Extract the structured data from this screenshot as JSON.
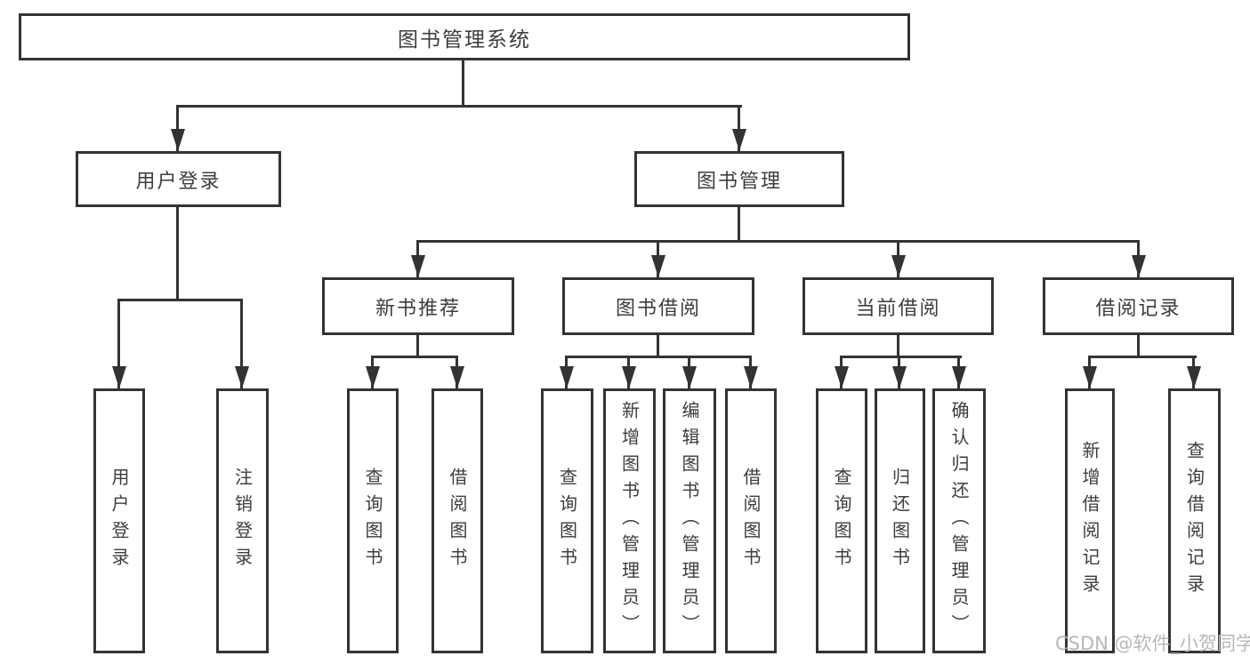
{
  "nodes": {
    "root": "图书管理系统",
    "user_login": "用户登录",
    "book_mgmt": "图书管理",
    "user_login_children": [
      "用户登录",
      "注销登录"
    ],
    "modules": [
      "新书推荐",
      "图书借阅",
      "当前借阅",
      "借阅记录"
    ],
    "new_book_children": [
      "查询图书",
      "借阅图书"
    ],
    "book_borrow_children": [
      "查询图书",
      "新增图书（管理员）",
      "编辑图书（管理员）",
      "借阅图书"
    ],
    "current_borrow_children": [
      "查询图书",
      "归还图书",
      "确认归还（管理员）"
    ],
    "borrow_record_children": [
      "新增借阅记录",
      "查询借阅记录"
    ]
  },
  "watermark": "CSDN @软件_小贺同学",
  "colors": {
    "line": "#333333",
    "text": "#3d3d3d",
    "watermark": "#b8b8b8",
    "background": "#ffffff"
  }
}
